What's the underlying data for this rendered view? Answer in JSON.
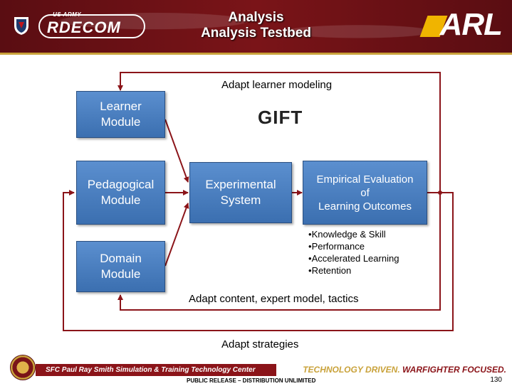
{
  "header": {
    "title_line1": "Analysis",
    "title_line2": "Analysis Testbed",
    "logo_left_small": "US ARMY",
    "logo_left_main": "RDECOM",
    "logo_right": "ARL"
  },
  "diagram": {
    "boxes": {
      "learner": "Learner\nModule",
      "pedagogical": "Pedagogical\nModule",
      "domain": "Domain\nModule",
      "experimental": "Experimental\nSystem",
      "evaluation": "Empirical Evaluation\nof\nLearning Outcomes"
    },
    "gift_logo": "GIFT",
    "labels": {
      "top": "Adapt learner modeling",
      "middle": "Adapt content, expert model, tactics",
      "bottom": "Adapt strategies"
    },
    "outcomes": [
      "Knowledge & Skill",
      "Performance",
      "Accelerated Learning",
      "Retention"
    ]
  },
  "footer": {
    "center_name": "SFC Paul Ray Smith Simulation & Training Technology Center",
    "tagline_part1": "TECHNOLOGY DRIVEN.",
    "tagline_part2": "WARFIGHTER FOCUSED.",
    "release": "PUBLIC RELEASE – DISTRIBUTION UNLIMITED",
    "page_number": "130"
  },
  "colors": {
    "header_bg": "#7a1418",
    "box_blue": "#4a7fc1",
    "arrow_red": "#8b1419"
  }
}
